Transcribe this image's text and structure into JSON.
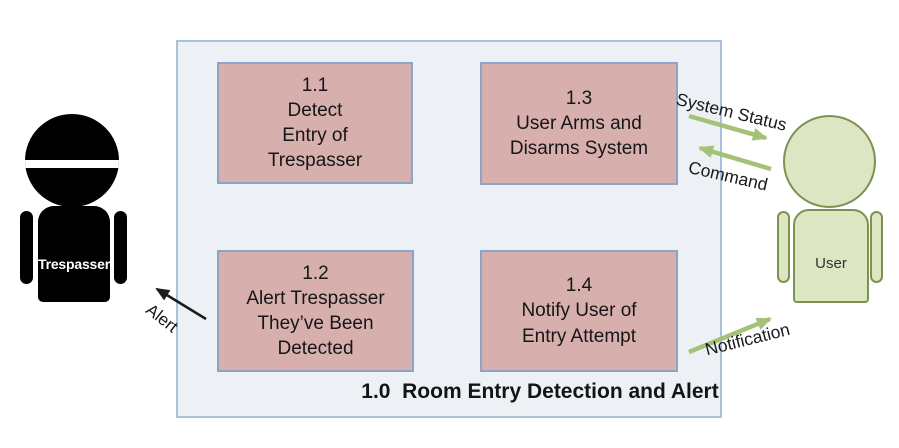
{
  "diagram": {
    "title": "1.0  Room Entry Detection and Alert",
    "processes": [
      {
        "id": "1.1",
        "label": "Detect\nEntry of\nTrespasser"
      },
      {
        "id": "1.2",
        "label": "Alert Trespasser\nThey’ve Been\nDetected"
      },
      {
        "id": "1.3",
        "label": "User Arms and\nDisarms System"
      },
      {
        "id": "1.4",
        "label": "Notify User of\nEntry Attempt"
      }
    ],
    "actors": [
      {
        "name": "Trespasser"
      },
      {
        "name": "User"
      }
    ],
    "flows": [
      {
        "label": "System Status",
        "from": "1.3",
        "to": "User"
      },
      {
        "label": "Command",
        "from": "User",
        "to": "1.3"
      },
      {
        "label": "Alert",
        "from": "1.2",
        "to": "Trespasser"
      },
      {
        "label": "Notification",
        "from": "1.4",
        "to": "User"
      }
    ],
    "colors": {
      "process_fill": "#d7b0ae",
      "process_border": "#8ba4c8",
      "boundary_fill": "#edf1f5",
      "boundary_border": "#a9c2db",
      "flow_green": "#a4c178",
      "flow_black": "#1a1a1a",
      "user_fill": "#dce6c3",
      "user_border": "#7d9150",
      "trespasser_fill": "#000000"
    }
  }
}
